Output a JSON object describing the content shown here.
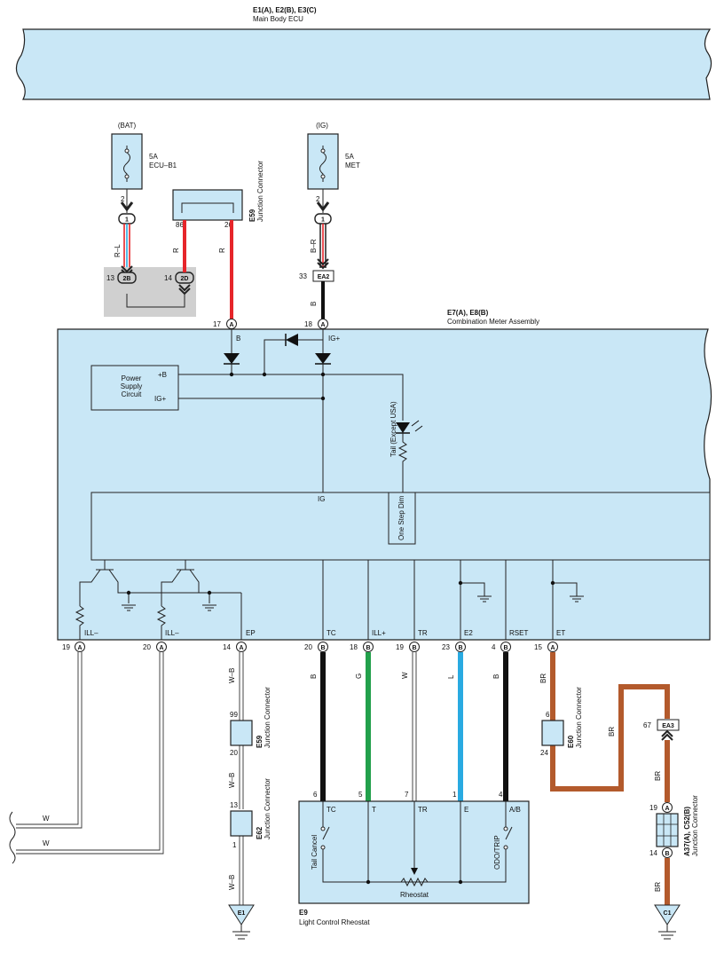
{
  "ecu": {
    "codes": "E1(A), E2(B), E3(C)",
    "name": "Main Body ECU"
  },
  "fuse_bat": {
    "source": "(BAT)",
    "rating": "5A",
    "name": "ECU–B1",
    "pin": "2",
    "conn_pin": "1"
  },
  "fuse_ig": {
    "source": "(IG)",
    "rating": "5A",
    "name": "MET",
    "pin": "2",
    "conn_pin": "1"
  },
  "e59_top": {
    "code": "E59",
    "name": "Junction Connector",
    "pin_left": "86",
    "pin_right": "26"
  },
  "wires": {
    "rl": "R–L",
    "r": "R",
    "br": "B–R",
    "b": "B",
    "wb": "W–B",
    "g": "G",
    "w": "W",
    "l": "L",
    "brown": "BR"
  },
  "junction_2b": {
    "pin": "13",
    "label": "2B"
  },
  "junction_2d": {
    "pin": "14",
    "label": "2D"
  },
  "ea2": {
    "pin": "33",
    "label": "EA2"
  },
  "meter": {
    "codes": "E7(A), E8(B)",
    "name": "Combination Meter Assembly",
    "top_pins": [
      {
        "num": "17",
        "conn": "A",
        "label": "B"
      },
      {
        "num": "18",
        "conn": "A",
        "label": "IG+"
      }
    ],
    "power_supply": [
      "Power",
      "Supply",
      "Circuit"
    ],
    "ps_b": "+B",
    "ps_ig": "IG+",
    "tail_label": "Tail (Except USA)",
    "ig_label": "IG",
    "one_step": "One Step Dim",
    "bottom_pins": [
      {
        "num": "19",
        "conn": "A",
        "label": "ILL–"
      },
      {
        "num": "20",
        "conn": "A",
        "label": "ILL–"
      },
      {
        "num": "14",
        "conn": "A",
        "label": "EP"
      },
      {
        "num": "20",
        "conn": "B",
        "label": "TC"
      },
      {
        "num": "18",
        "conn": "B",
        "label": "ILL+"
      },
      {
        "num": "19",
        "conn": "B",
        "label": "TR"
      },
      {
        "num": "23",
        "conn": "B",
        "label": "E2"
      },
      {
        "num": "4",
        "conn": "B",
        "label": "RSET"
      },
      {
        "num": "15",
        "conn": "A",
        "label": "ET"
      }
    ]
  },
  "e59_bottom": {
    "code": "E59",
    "name": "Junction Connector",
    "pin_top": "99",
    "pin_bottom": "20"
  },
  "e62": {
    "code": "E62",
    "name": "Junction Connector",
    "pin_top": "13",
    "pin_bottom": "1"
  },
  "e1": {
    "label": "E1"
  },
  "e60": {
    "code": "E60",
    "name": "Junction Connector",
    "pin_top": "6",
    "pin_bottom": "24"
  },
  "ea3": {
    "pin": "67",
    "label": "EA3"
  },
  "a37": {
    "code": "A37(A), C52(B)",
    "name": "Junction Connector",
    "pin_top": "19",
    "conn_top": "A",
    "pin_bottom": "14",
    "conn_bottom": "B"
  },
  "c1": {
    "label": "C1"
  },
  "rheostat_box": {
    "code": "E9",
    "name": "Light Control Rheostat",
    "pins": [
      "6",
      "5",
      "7",
      "1",
      "4"
    ],
    "terms": [
      "TC",
      "T",
      "TR",
      "E",
      "A/B"
    ],
    "tail_cancel": "Tail Cancel",
    "rheostat": "Rheostat",
    "odo_trip": "ODO/TRIP"
  },
  "colors": {
    "box": "#c9e7f6",
    "red": "#e6252a",
    "green": "#22a04b",
    "blue": "#29aae1",
    "brown": "#b35a2c",
    "black": "#111111",
    "shade": "#d0d0d0"
  }
}
